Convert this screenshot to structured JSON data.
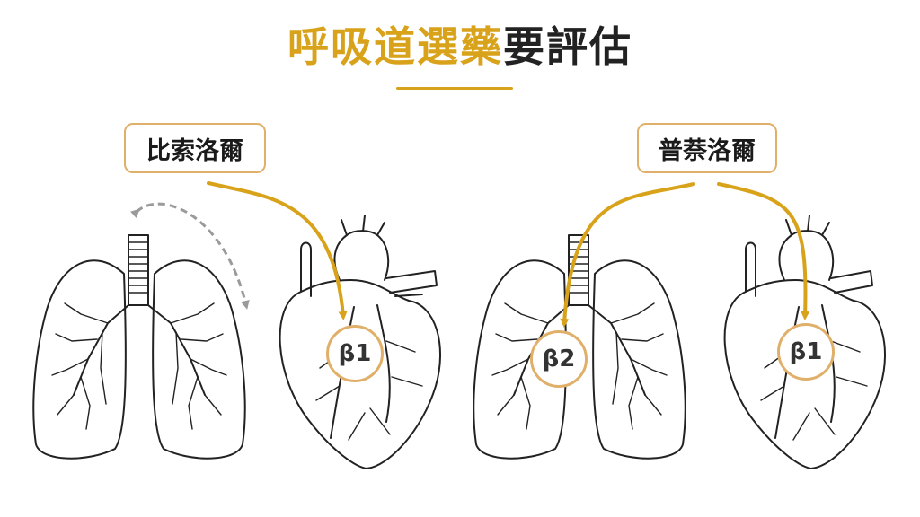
{
  "title": {
    "highlight": "呼吸道選藥",
    "rest": "要評估"
  },
  "drugs": {
    "left": "比索洛爾",
    "right": "普萘洛爾"
  },
  "receptors": {
    "left_heart": "β1",
    "right_lung": "β2",
    "right_heart": "β1"
  },
  "colors": {
    "accent": "#d9a21b",
    "box_border": "#e0b06a",
    "line_art": "#222222",
    "dashed_arrow": "#9a9a9a"
  }
}
